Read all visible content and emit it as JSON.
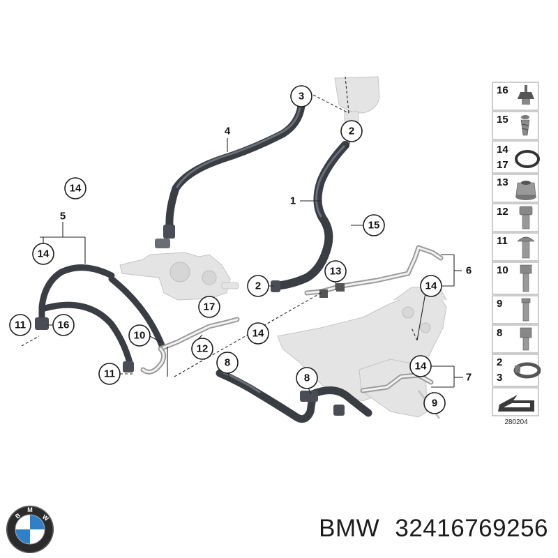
{
  "diagram": {
    "reference_number": "280204",
    "callouts": [
      "1",
      "2",
      "3",
      "4",
      "5",
      "6",
      "7",
      "8",
      "9",
      "10",
      "11",
      "12",
      "13",
      "14",
      "15",
      "16",
      "17"
    ],
    "legend": [
      {
        "numbers": [
          "16"
        ],
        "part": "rubber-mount-bolt"
      },
      {
        "numbers": [
          "15"
        ],
        "part": "expansion-rivet"
      },
      {
        "numbers": [
          "14",
          "17"
        ],
        "part": "o-ring-seal"
      },
      {
        "numbers": [
          "13"
        ],
        "part": "collar-nut"
      },
      {
        "numbers": [
          "12"
        ],
        "part": "hex-bolt"
      },
      {
        "numbers": [
          "11"
        ],
        "part": "flange-screw"
      },
      {
        "numbers": [
          "10"
        ],
        "part": "socket-head-screw"
      },
      {
        "numbers": [
          "9"
        ],
        "part": "bolt"
      },
      {
        "numbers": [
          "8"
        ],
        "part": "allen-screw"
      },
      {
        "numbers": [
          "2",
          "3"
        ],
        "part": "hose-clamp"
      },
      {
        "numbers": [],
        "part": "reference-arrow"
      }
    ]
  },
  "footer": {
    "brand": "BMW",
    "part_number": "32416769256"
  },
  "colors": {
    "hose": "#3a3d44",
    "ghost_parts": "#e4e4e4",
    "text": "#111111"
  }
}
